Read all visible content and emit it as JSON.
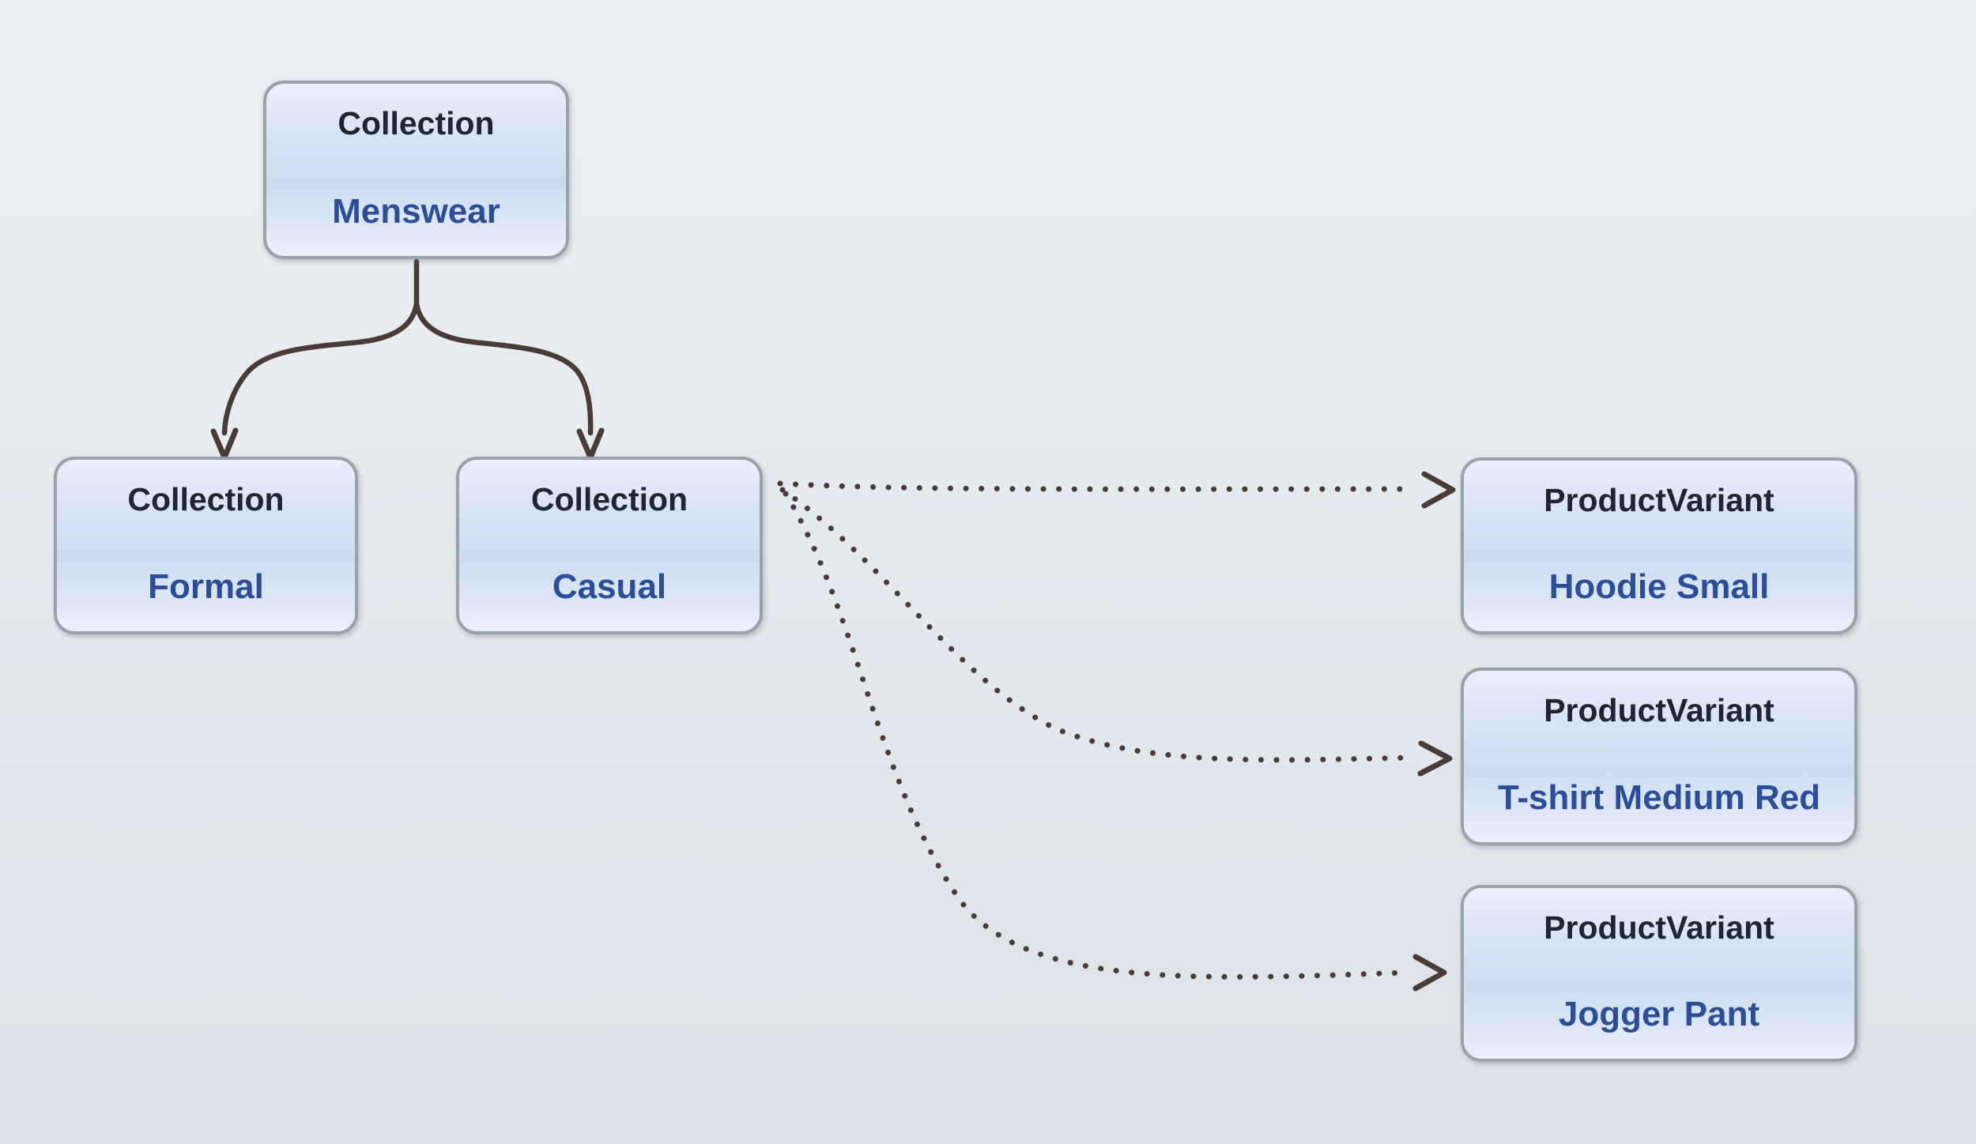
{
  "diagram": {
    "nodes": {
      "menswear": {
        "type": "Collection",
        "name": "Menswear"
      },
      "formal": {
        "type": "Collection",
        "name": "Formal"
      },
      "casual": {
        "type": "Collection",
        "name": "Casual"
      },
      "hoodie": {
        "type": "ProductVariant",
        "name": "Hoodie Small"
      },
      "tshirt": {
        "type": "ProductVariant",
        "name": "T-shirt Medium Red"
      },
      "jogger": {
        "type": "ProductVariant",
        "name": "Jogger Pant"
      }
    },
    "edges": [
      {
        "from": "Collection Menswear",
        "to": "Collection Formal",
        "style": "solid-arrow"
      },
      {
        "from": "Collection Menswear",
        "to": "Collection Casual",
        "style": "solid-arrow"
      },
      {
        "from": "Collection Casual",
        "to": "ProductVariant Hoodie Small",
        "style": "dotted-arrow"
      },
      {
        "from": "Collection Casual",
        "to": "ProductVariant T-shirt Medium Red",
        "style": "dotted-arrow"
      },
      {
        "from": "Collection Casual",
        "to": "ProductVariant Jogger Pant",
        "style": "dotted-arrow"
      }
    ],
    "colors": {
      "type_text": "#1c2733",
      "name_text": "#2b4e9b",
      "arrow": "#4a3b39",
      "node_border": "#97a3aa",
      "node_fill_top": "#e9f0fb",
      "node_fill_mid": "#cedcf0",
      "node_fill_bottom": "#eaf1fc",
      "background_top": "#eaeff4",
      "background_bottom": "#dce2e7"
    }
  }
}
